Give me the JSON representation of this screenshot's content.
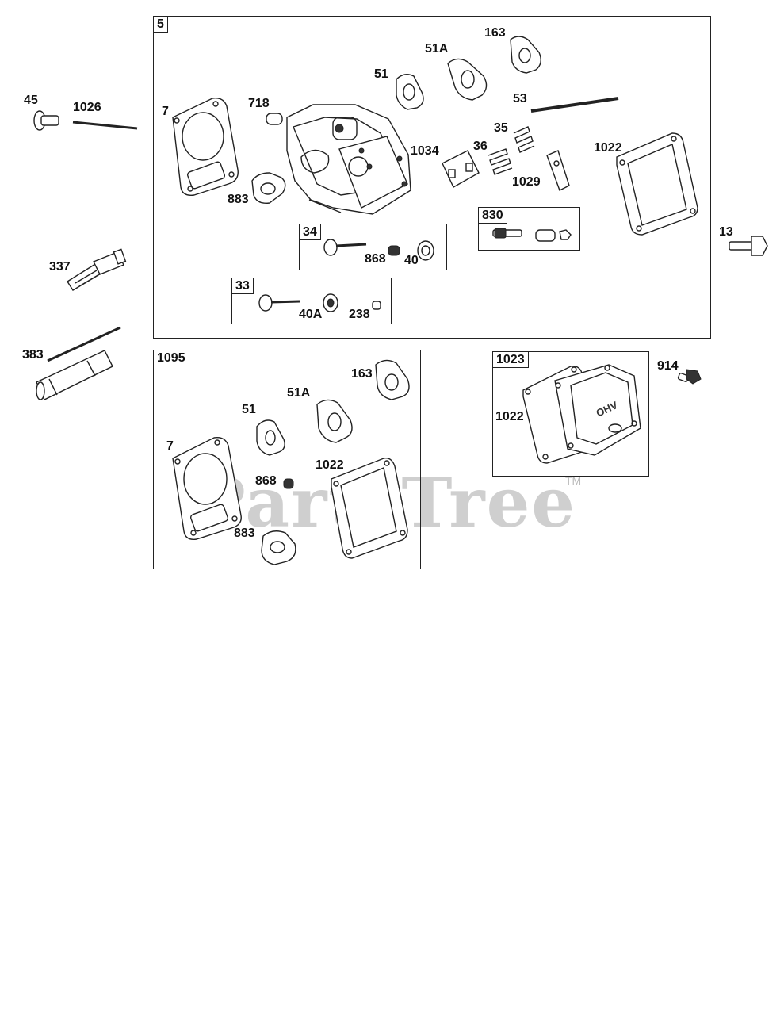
{
  "watermark": {
    "text": "PartsTree",
    "tm": "TM"
  },
  "kits": {
    "k5": "5",
    "k34": "34",
    "k33": "33",
    "k830": "830",
    "k1095": "1095",
    "k1023": "1023"
  },
  "callouts": {
    "c45": "45",
    "c1026": "1026",
    "c337": "337",
    "c383": "383",
    "c13": "13",
    "c914": "914",
    "k5_7": "7",
    "k5_718": "718",
    "k5_883": "883",
    "k5_51": "51",
    "k5_51a": "51A",
    "k5_163": "163",
    "k5_53": "53",
    "k5_35": "35",
    "k5_36": "36",
    "k5_1034": "1034",
    "k5_1029": "1029",
    "k5_1022": "1022",
    "k34_868": "868",
    "k34_40": "40",
    "k33_40a": "40A",
    "k33_238": "238",
    "k1095_163": "163",
    "k1095_51a": "51A",
    "k1095_51": "51",
    "k1095_7": "7",
    "k1095_868": "868",
    "k1095_1022": "1022",
    "k1095_883": "883",
    "k1023_1022": "1022"
  },
  "icons": [
    "cylinder-head-icon",
    "gasket-icon",
    "valve-icon",
    "spring-icon",
    "rocker-arm-icon",
    "spark-plug-icon",
    "wrench-icon",
    "bolt-icon",
    "valve-cover-icon"
  ]
}
